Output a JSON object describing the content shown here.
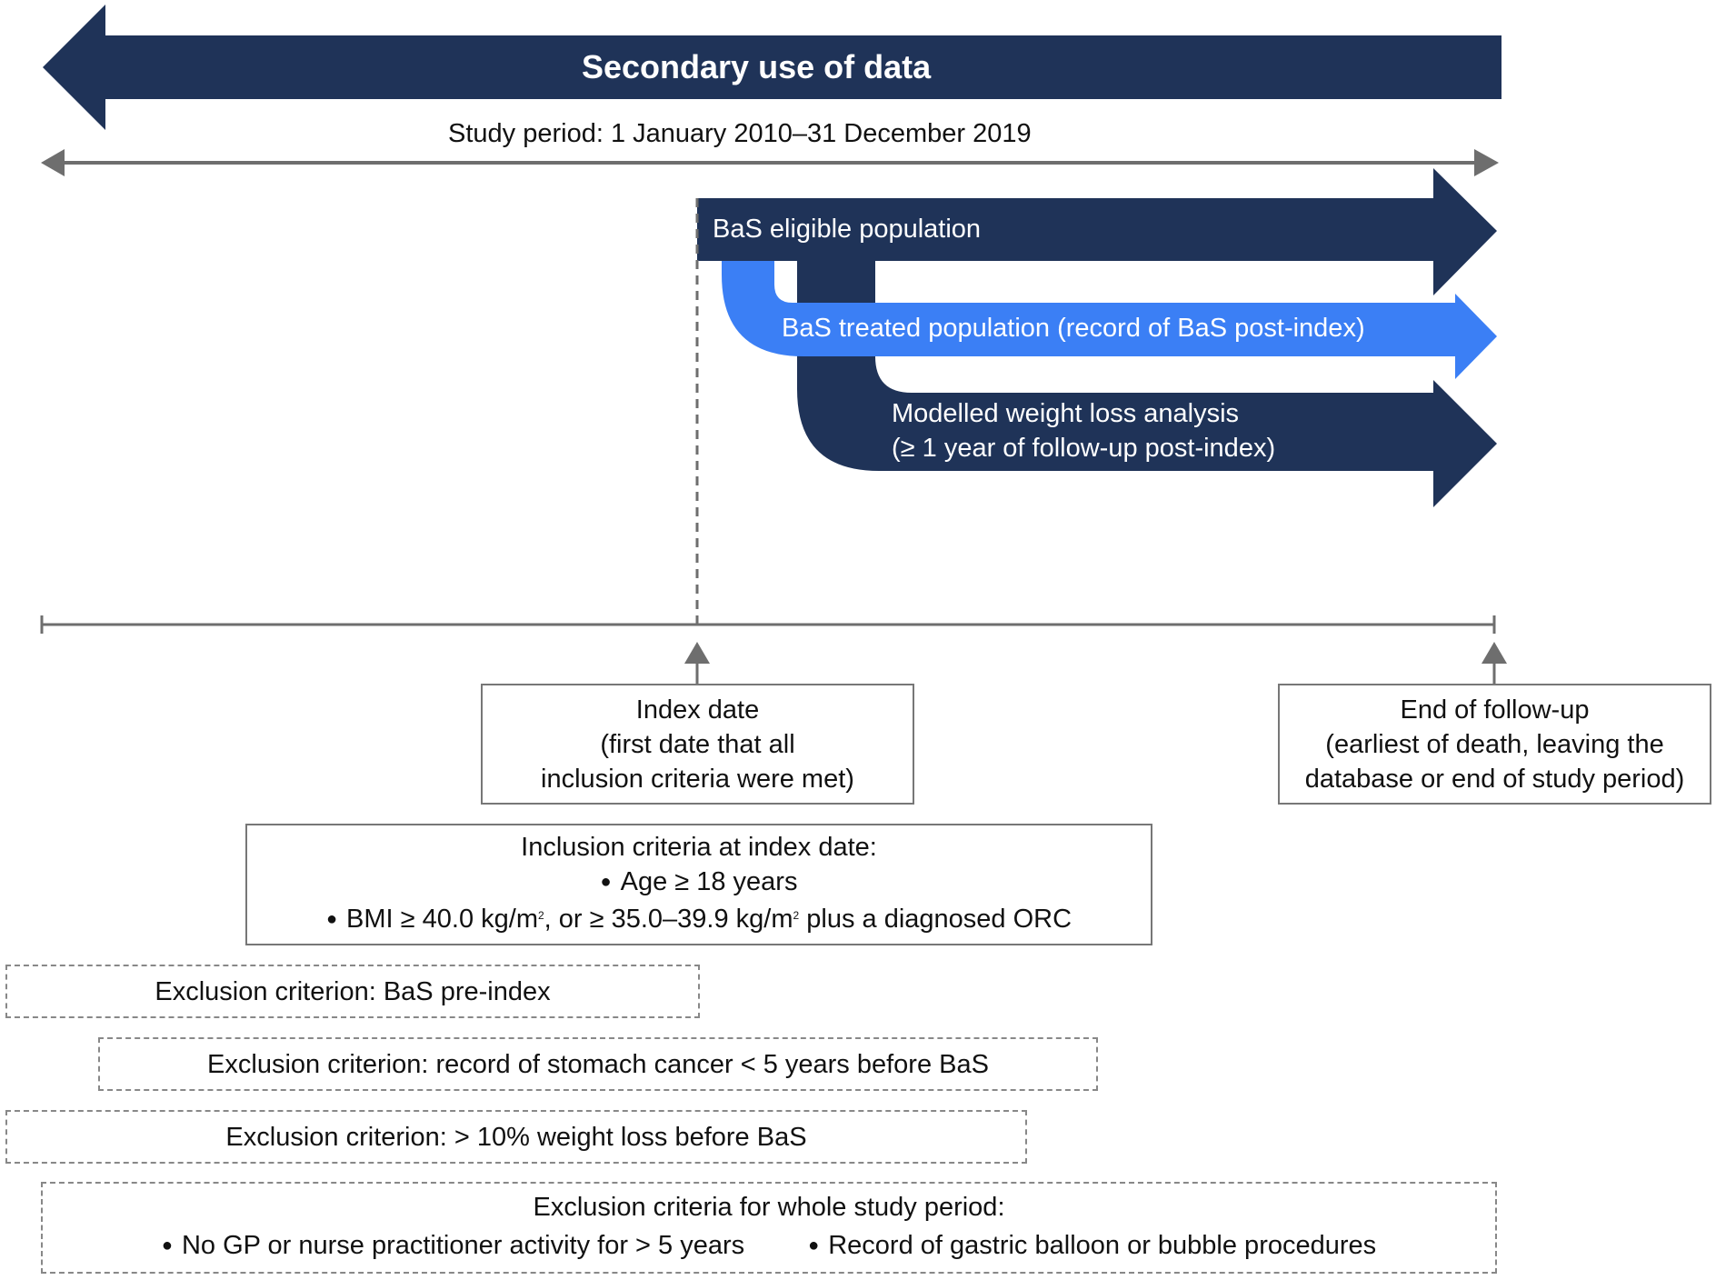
{
  "colors": {
    "navy": "#1f3358",
    "blue": "#3b7ff5",
    "grey_line": "#6e6e6e",
    "box_border": "#777777"
  },
  "header": {
    "title": "Secondary use of data",
    "study_period": "Study period: 1 January 2010–31 December 2019"
  },
  "populations": {
    "eligible": "BaS eligible population",
    "treated": "BaS treated population (record of BaS post-index)",
    "modelled_line1": "Modelled weight loss analysis",
    "modelled_line2": "(≥ 1 year of follow-up post-index)"
  },
  "index_box": {
    "line1": "Index date",
    "line2": "(first date that all",
    "line3": "inclusion criteria were met)"
  },
  "end_box": {
    "line1": "End of follow-up",
    "line2": "(earliest of death, leaving the",
    "line3": "database or end of study period)"
  },
  "inclusion_box": {
    "heading": "Inclusion criteria at index date:",
    "bullet1": "Age ≥ 18 years",
    "bullet2_a": "BMI ≥ 40.0 kg/m",
    "bullet2_sup1": "2",
    "bullet2_b": ", or ≥ 35.0–39.9 kg/m",
    "bullet2_sup2": "2",
    "bullet2_c": " plus a diagnosed ORC"
  },
  "exclusions": {
    "pre_index": "Exclusion criterion: BaS pre-index",
    "stomach_cancer": "Exclusion criterion: record of stomach cancer < 5 years before BaS",
    "weight_loss": "Exclusion criterion: > 10% weight loss before BaS",
    "whole_period": {
      "heading": "Exclusion criteria for whole study period:",
      "bullet1": "No GP or nurse practitioner activity for > 5 years",
      "bullet2": "Record of gastric balloon or bubble procedures"
    }
  }
}
